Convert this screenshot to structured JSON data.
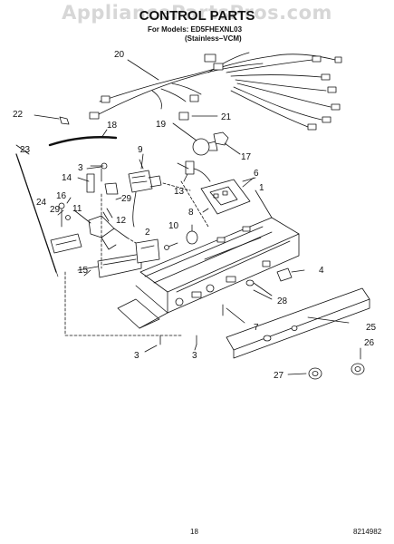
{
  "header": {
    "watermark": "AppliancePartsPros.com",
    "title": "CONTROL PARTS",
    "models_line": "For Models: ED5FHEXNL03",
    "variant_line": "(Stainless–VCM)"
  },
  "footer": {
    "page_number": "18",
    "document_number": "8214982"
  },
  "callouts": [
    "20",
    "22",
    "18",
    "19",
    "21",
    "23",
    "9",
    "17",
    "3",
    "14",
    "29",
    "6",
    "13",
    "16",
    "24",
    "29",
    "11",
    "12",
    "1",
    "8",
    "10",
    "2",
    "15",
    "4",
    "28",
    "7",
    "25",
    "3",
    "3",
    "26",
    "27"
  ]
}
